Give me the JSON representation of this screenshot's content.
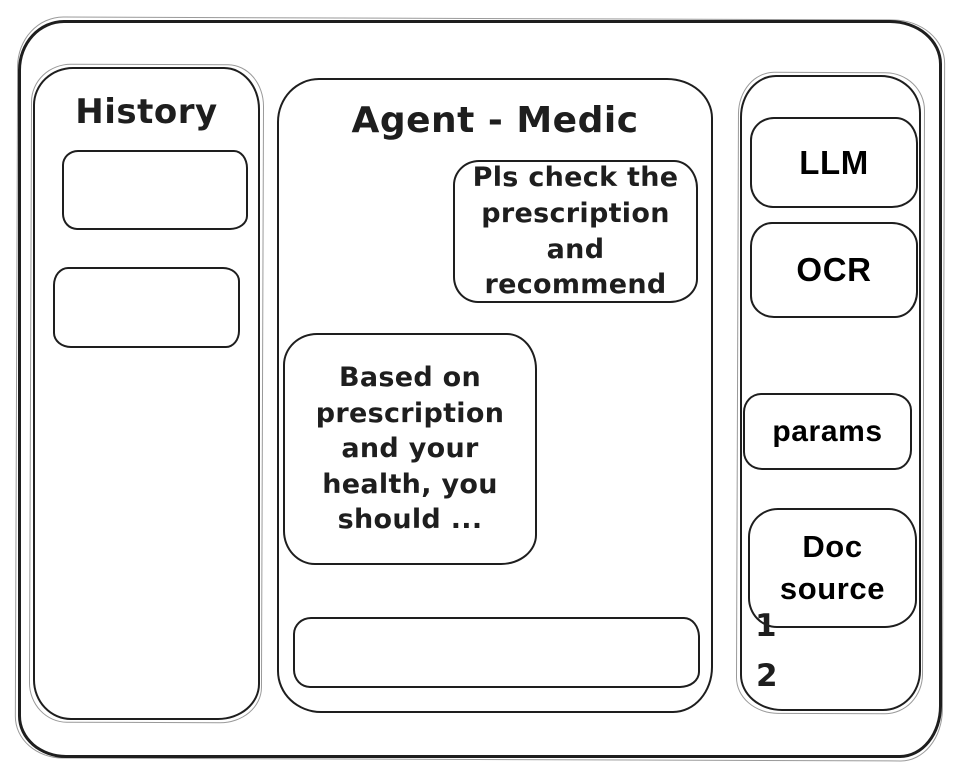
{
  "app": {
    "background": "#ffffff",
    "ink_color": "#1e1e1e"
  },
  "history_panel": {
    "title": "History",
    "items": [
      {
        "label": ""
      },
      {
        "label": ""
      }
    ]
  },
  "chat_panel": {
    "title": "Agent - Medic",
    "messages": [
      {
        "role": "user",
        "text": "Pls check the prescription and recommend"
      },
      {
        "role": "assistant",
        "text": "Based on prescription and your health, you should ..."
      }
    ],
    "input": {
      "value": "",
      "placeholder": ""
    }
  },
  "tools_panel": {
    "buttons": [
      {
        "label": "LLM"
      },
      {
        "label": "OCR"
      },
      {
        "label": "params"
      },
      {
        "label": "Doc source"
      }
    ],
    "doc_source_items": [
      "1",
      "2"
    ]
  }
}
